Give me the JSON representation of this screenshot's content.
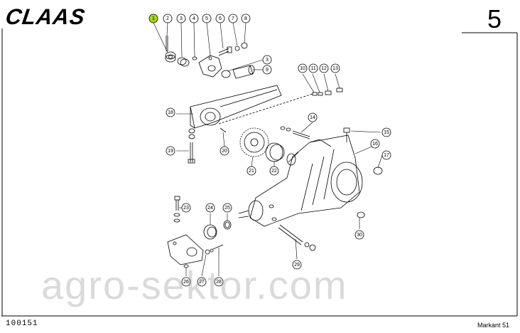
{
  "header": {
    "brand": "CLAAS",
    "page_number": "5"
  },
  "footer": {
    "doc_code": "100151",
    "model": "Markant 51"
  },
  "watermark": "agro-sektor.com",
  "highlight_color": "#a6d81e",
  "callouts": [
    "1",
    "2",
    "3",
    "4",
    "5",
    "6",
    "7",
    "8",
    "3",
    "9",
    "10",
    "11",
    "12",
    "13",
    "14",
    "15",
    "16",
    "17",
    "18",
    "19",
    "20",
    "21",
    "22",
    "23",
    "24",
    "25",
    "26",
    "27",
    "28",
    "29",
    "30"
  ]
}
